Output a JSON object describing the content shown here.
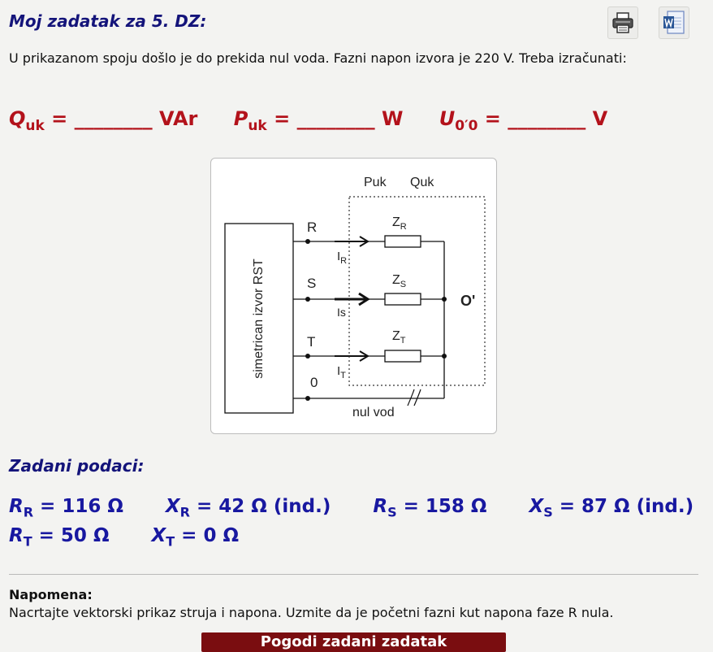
{
  "header": {
    "title": "Moj zadatak za 5. DZ:",
    "print_icon": "printer-icon",
    "word_icon": "word-document-icon"
  },
  "task": {
    "intro": "U prikazanom spoju došlo je do prekida nul voda. Fazni napon izvora je 220 V. Treba izračunati:"
  },
  "unknowns": [
    {
      "sym": "Q",
      "sub": "uk",
      "blank": "________",
      "unit": "VAr"
    },
    {
      "sym": "P",
      "sub": "uk",
      "blank": "________",
      "unit": "W"
    },
    {
      "sym": "U",
      "sub": "0′0",
      "blank": "________",
      "unit": "V"
    }
  ],
  "diagram": {
    "source_label": "simetrican izvor RST",
    "phase_R": "R",
    "phase_S": "S",
    "phase_T": "T",
    "neutral": "0",
    "current_R": "I",
    "current_R_sub": "R",
    "current_S": "Is",
    "current_T": "I",
    "current_T_sub": "T",
    "z_R": "Z",
    "z_R_sub": "R",
    "z_S": "Z",
    "z_S_sub": "S",
    "z_T": "Z",
    "z_T_sub": "T",
    "puk": "Puk",
    "quk": "Quk",
    "star_point": "O'",
    "neutral_wire": "nul vod"
  },
  "given": {
    "heading": "Zadani podaci:",
    "row1": [
      {
        "sym": "R",
        "sub": "R",
        "val": " = 116 Ω"
      },
      {
        "sym": "X",
        "sub": "R",
        "val": " = 42 Ω (ind.)"
      },
      {
        "sym": "R",
        "sub": "S",
        "val": " = 158 Ω"
      },
      {
        "sym": "X",
        "sub": "S",
        "val": " = 87 Ω (ind.)"
      }
    ],
    "row2": [
      {
        "sym": "R",
        "sub": "T",
        "val": " = 50 Ω"
      },
      {
        "sym": "X",
        "sub": "T",
        "val": " = 0 Ω"
      }
    ]
  },
  "note": {
    "label": "Napomena:",
    "text": "Nacrtajte vektorski prikaz struja i napona. Uzmite da je početni fazni kut napona faze R nula."
  },
  "submit": {
    "label": "Pogodi zadani zadatak"
  },
  "colors": {
    "heading": "#14147a",
    "formula": "#b3121b",
    "data": "#1818a0",
    "button": "#7a0d10"
  }
}
